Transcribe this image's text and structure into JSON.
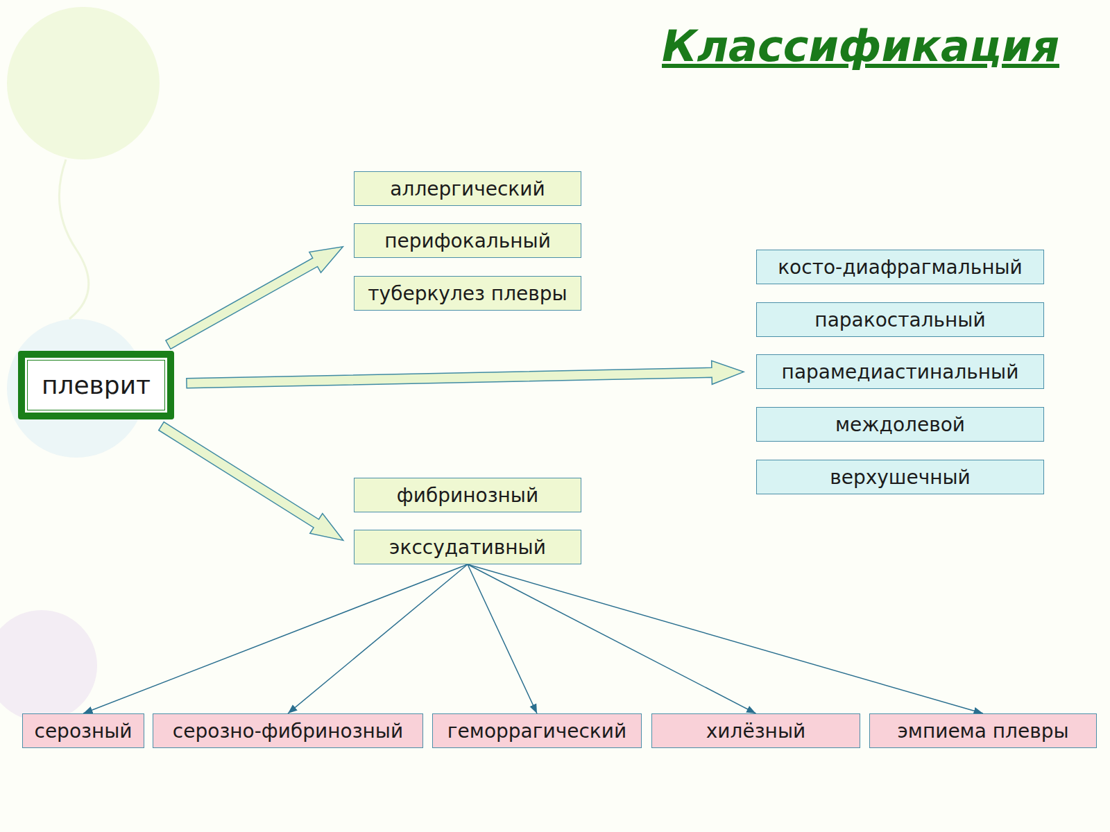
{
  "diagram": {
    "title": "Классификация",
    "nodes": [
      {
        "text": [
          "плеврит"
        ]
      },
      {
        "text": [
          "аллергический"
        ]
      },
      {
        "text": [
          "перифокальный"
        ]
      },
      {
        "text": [
          "туберкулез плевры"
        ]
      },
      {
        "text": [
          "косто-диафрагмальный"
        ]
      },
      {
        "text": [
          "паракостальный"
        ]
      },
      {
        "text": [
          "парамедиастинальный"
        ]
      },
      {
        "text": [
          "междолевой"
        ]
      },
      {
        "text": [
          "верхушечный"
        ]
      },
      {
        "text": [
          "фибринозный"
        ]
      },
      {
        "text": [
          "экссудативный"
        ]
      },
      {
        "text": [
          "серозный"
        ]
      },
      {
        "text": [
          "серозно-фибринозный"
        ]
      },
      {
        "text": [
          "геморрагический"
        ]
      },
      {
        "text": [
          "хилёзный"
        ]
      },
      {
        "text": [
          "эмпиема плевры"
        ]
      }
    ],
    "edges": [
      {
        "from": 0,
        "to": 2,
        "arrow": "to"
      },
      {
        "from": 0,
        "to": 6,
        "arrow": "to"
      },
      {
        "from": 0,
        "to": 10,
        "arrow": "to"
      },
      {
        "from": 10,
        "to": 11,
        "arrow": "to"
      },
      {
        "from": 10,
        "to": 12,
        "arrow": "to"
      },
      {
        "from": 10,
        "to": 13,
        "arrow": "to"
      },
      {
        "from": 10,
        "to": 14,
        "arrow": "to"
      },
      {
        "from": 10,
        "to": 15,
        "arrow": "to"
      }
    ]
  }
}
